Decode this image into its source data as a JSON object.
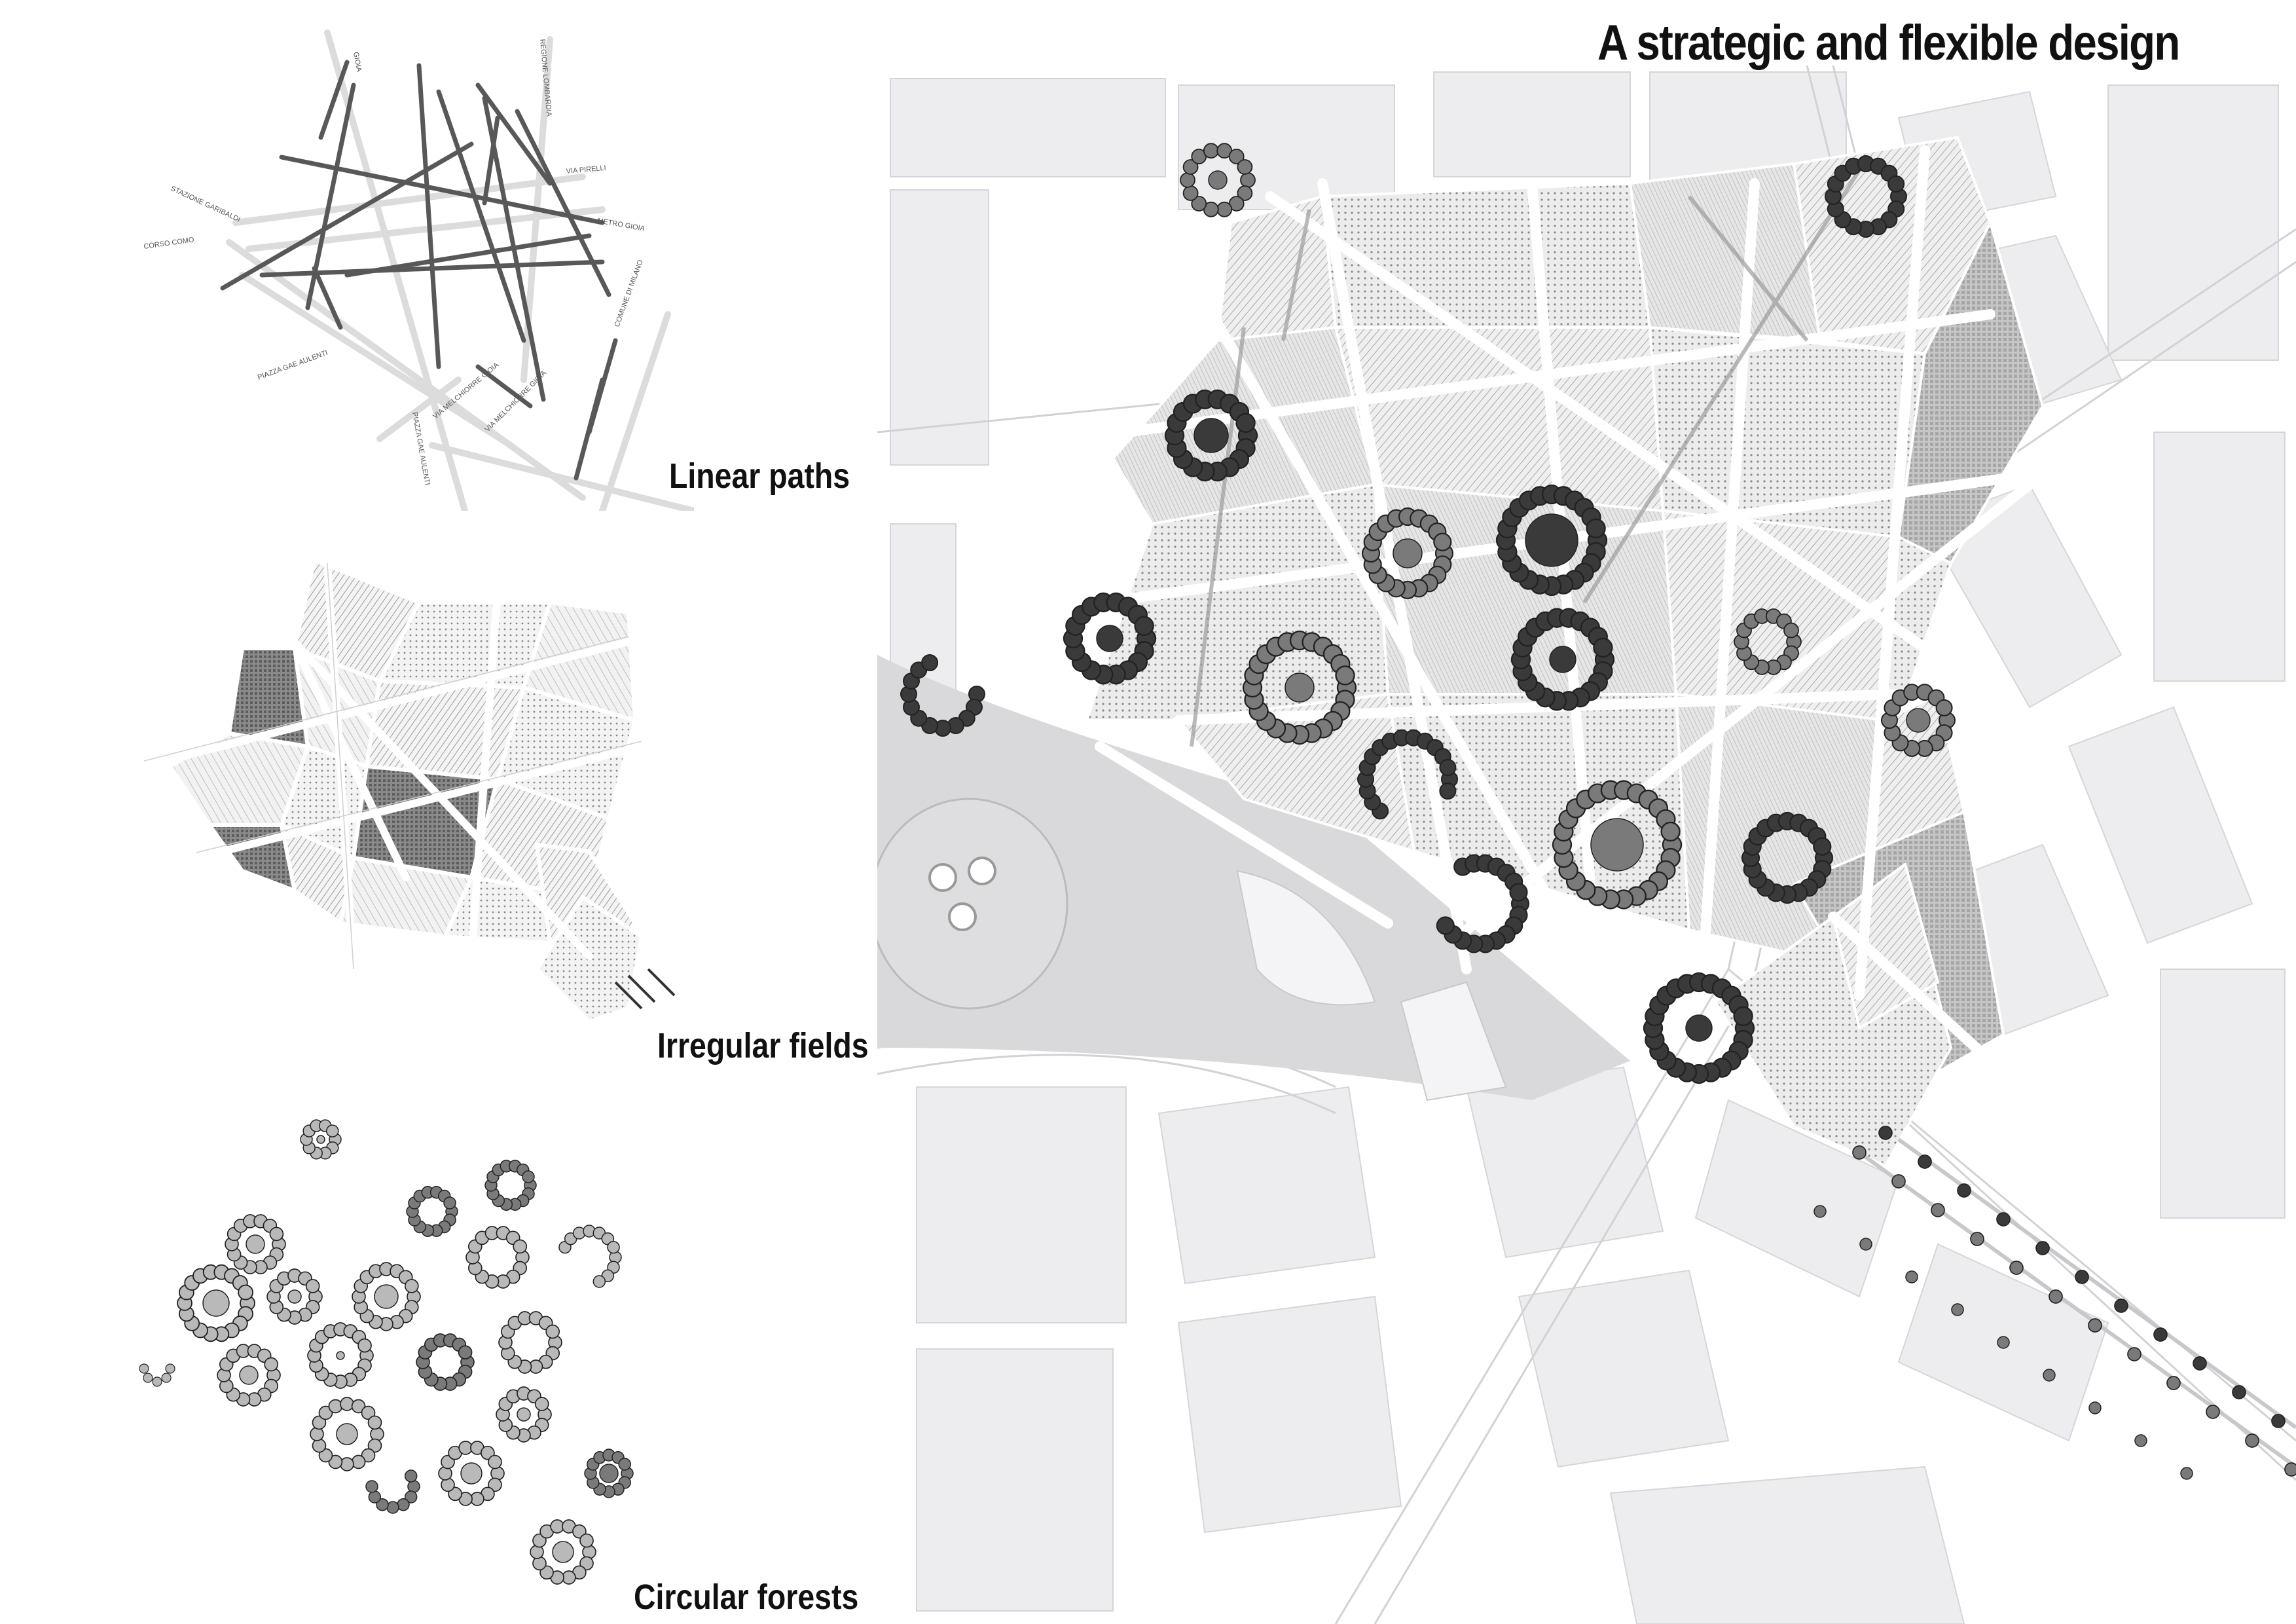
{
  "title": "A strategic and flexible design",
  "panels": {
    "linear_paths": {
      "label": "Linear paths",
      "street_labels": [
        "GIOIA",
        "REGIONE LOMBARDIA",
        "VIA PIRELLI",
        "STAZIONE GARIBALDI",
        "CORSO COMO",
        "METRO GIOIA",
        "COMUNE DI MILANO",
        "PIAZZA GAE AULENTI",
        "VIA MELCHIORRE GIOIA",
        "PIAZZA GAE AULENTI",
        "VIA MELCHIORRE GIOIA"
      ]
    },
    "irregular_fields": {
      "label": "Irregular fields"
    },
    "circular_forests": {
      "label": "Circular forests"
    }
  },
  "colors": {
    "background": "#ffffff",
    "block": "#eeeef0",
    "path_dark": "#555555",
    "path_light": "#dddddd",
    "tree_dark": "#3a3a3a",
    "tree_mid": "#7a7a7a",
    "tree_light": "#b9b9b9"
  }
}
